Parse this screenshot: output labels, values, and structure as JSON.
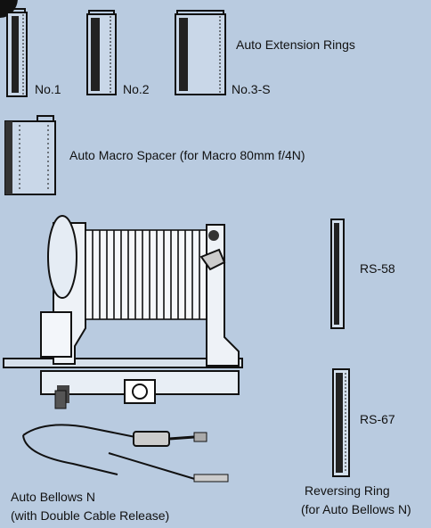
{
  "extension_rings": {
    "title": "Auto Extension Rings",
    "no1": "No.1",
    "no2": "No.2",
    "no3": "No.3-S"
  },
  "macro_spacer": {
    "label": "Auto Macro Spacer (for Macro 80mm f/4N)"
  },
  "reversing": {
    "rs58": "RS-58",
    "rs67": "RS-67",
    "caption_line1": "Reversing Ring",
    "caption_line2": "(for Auto Bellows N)"
  },
  "bellows": {
    "caption_line1": "Auto Bellows N",
    "caption_line2": "(with Double Cable Release)"
  },
  "colors": {
    "background": "#b9cbe0",
    "ink": "#111111"
  }
}
